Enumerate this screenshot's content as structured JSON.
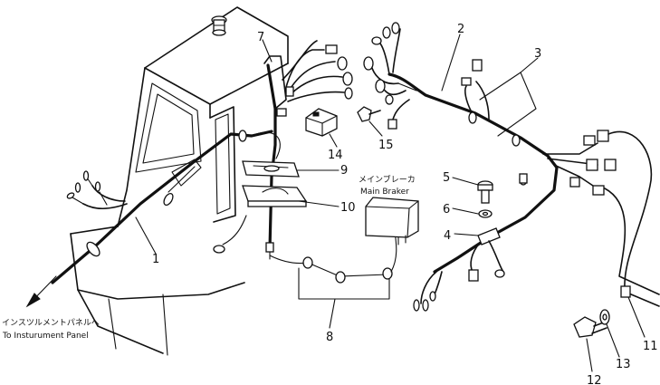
{
  "callouts": {
    "c1": "1",
    "c2": "2",
    "c3": "3",
    "c4": "4",
    "c5": "5",
    "c6": "6",
    "c7": "7",
    "c8": "8",
    "c9": "9",
    "c10": "10",
    "c11": "11",
    "c12": "12",
    "c13": "13",
    "c14": "14",
    "c15": "15"
  },
  "labels": {
    "breaker_jp": "メインブレーカ",
    "breaker_en": "Main Braker",
    "panel_jp": "インスツルメントパネルへ",
    "panel_en": "To Insturument Panel"
  },
  "colors": {
    "ink": "#111111",
    "paper": "#ffffff"
  }
}
